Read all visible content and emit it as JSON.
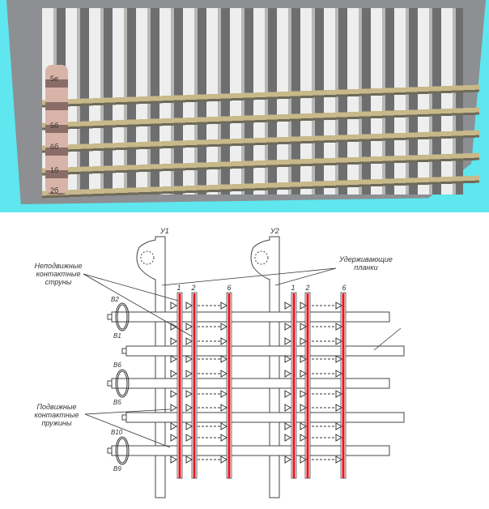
{
  "photo": {
    "card_labels": [
      "5e",
      "5б",
      "6б",
      "1б",
      "2б"
    ]
  },
  "diagram": {
    "posts": [
      "У1",
      "У2"
    ],
    "string_numbers": [
      "1",
      "2",
      "6"
    ],
    "springs": [
      "В2",
      "В1",
      "В6",
      "В5",
      "В10",
      "В9"
    ],
    "callouts": {
      "fixed_strings": [
        "Неподвижные",
        "контактные",
        "струны"
      ],
      "holding_bars": [
        "Удерживающие",
        "планки"
      ],
      "moving_springs": [
        "Подвижные",
        "контактные",
        "пружины"
      ]
    },
    "colors": {
      "string": "#e8141c",
      "line": "#333333"
    }
  }
}
